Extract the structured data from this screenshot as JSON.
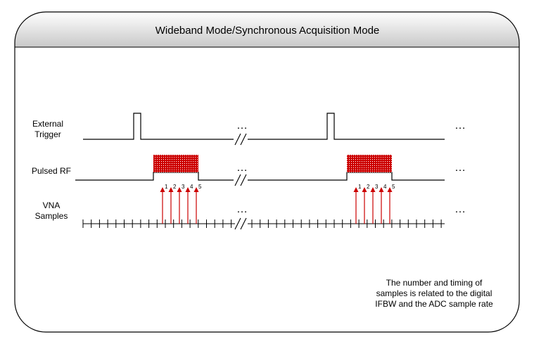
{
  "title": "Wideband Mode/Synchronous Acquisition Mode",
  "rows": {
    "external_trigger": {
      "label_line1": "External",
      "label_line2": "Trigger"
    },
    "pulsed_rf": {
      "label": "Pulsed RF"
    },
    "vna_samples": {
      "label_line1": "VNA",
      "label_line2": "Samples"
    }
  },
  "ellipsis": "…",
  "sample_numbers": [
    "1",
    "2",
    "3",
    "4",
    "5"
  ],
  "note": {
    "line1": "The number and timing of",
    "line2": "samples is related to the digital",
    "line3": "IFBW and the ADC sample rate"
  },
  "colors": {
    "pulse_fill": "#cc0000",
    "arrow": "#cc0000",
    "line": "#000000",
    "header_top": "#ffffff",
    "header_bottom": "#c8c8c8"
  }
}
